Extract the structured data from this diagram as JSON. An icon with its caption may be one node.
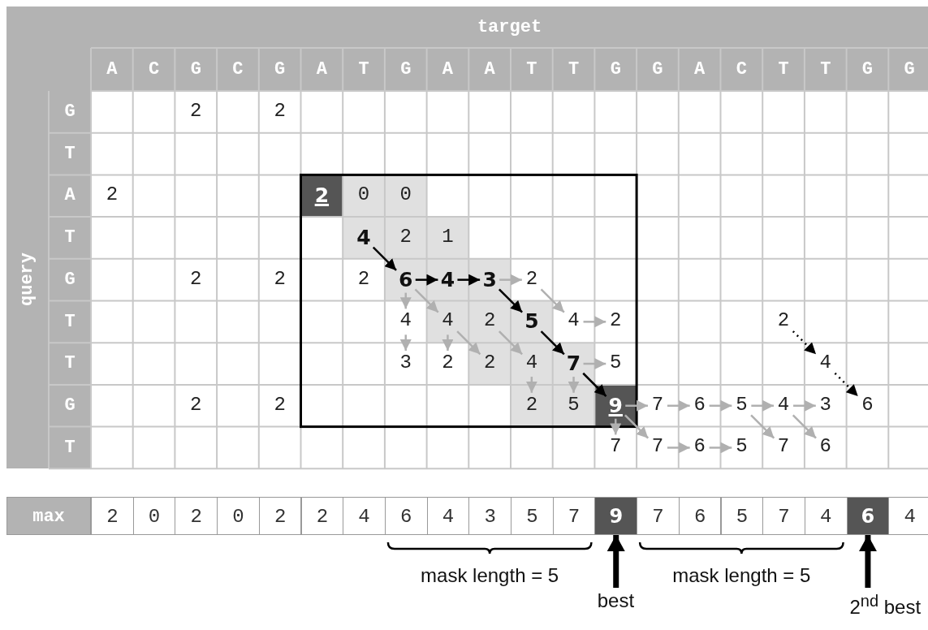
{
  "diagram": {
    "nodes": [
      {
        "text": [
          "2"
        ]
      },
      {
        "text": [
          "2"
        ]
      },
      {
        "text": [
          "2"
        ]
      },
      {
        "text": [
          "2"
        ]
      },
      {
        "text": [
          "0"
        ]
      },
      {
        "text": [
          "0"
        ]
      },
      {
        "text": [
          "4"
        ]
      },
      {
        "text": [
          "2"
        ]
      },
      {
        "text": [
          "1"
        ]
      },
      {
        "text": [
          "2"
        ]
      },
      {
        "text": [
          "2"
        ]
      },
      {
        "text": [
          "2"
        ]
      },
      {
        "text": [
          "6"
        ]
      },
      {
        "text": [
          "4"
        ]
      },
      {
        "text": [
          "3"
        ]
      },
      {
        "text": [
          "2"
        ]
      },
      {
        "text": [
          "4"
        ]
      },
      {
        "text": [
          "4"
        ]
      },
      {
        "text": [
          "2"
        ]
      },
      {
        "text": [
          "5"
        ]
      },
      {
        "text": [
          "4"
        ]
      },
      {
        "text": [
          "2"
        ]
      },
      {
        "text": [
          "2"
        ]
      },
      {
        "text": [
          "3"
        ]
      },
      {
        "text": [
          "2"
        ]
      },
      {
        "text": [
          "2"
        ]
      },
      {
        "text": [
          "4"
        ]
      },
      {
        "text": [
          "7"
        ]
      },
      {
        "text": [
          "5"
        ]
      },
      {
        "text": [
          "4"
        ]
      },
      {
        "text": [
          "2"
        ]
      },
      {
        "text": [
          "2"
        ]
      },
      {
        "text": [
          "2"
        ]
      },
      {
        "text": [
          "5"
        ]
      },
      {
        "text": [
          "9"
        ]
      },
      {
        "text": [
          "7"
        ]
      },
      {
        "text": [
          "6"
        ]
      },
      {
        "text": [
          "5"
        ]
      },
      {
        "text": [
          "4"
        ]
      },
      {
        "text": [
          "3"
        ]
      },
      {
        "text": [
          "6"
        ]
      },
      {
        "text": [
          "7"
        ]
      },
      {
        "text": [
          "7"
        ]
      },
      {
        "text": [
          "6"
        ]
      },
      {
        "text": [
          "5"
        ]
      },
      {
        "text": [
          "7"
        ]
      },
      {
        "text": [
          "6"
        ]
      },
      {
        "text": [
          "2"
        ]
      },
      {
        "text": [
          "0"
        ]
      },
      {
        "text": [
          "2"
        ]
      },
      {
        "text": [
          "0"
        ]
      },
      {
        "text": [
          "2"
        ]
      },
      {
        "text": [
          "2"
        ]
      },
      {
        "text": [
          "4"
        ]
      },
      {
        "text": [
          "6"
        ]
      },
      {
        "text": [
          "4"
        ]
      },
      {
        "text": [
          "3"
        ]
      },
      {
        "text": [
          "5"
        ]
      },
      {
        "text": [
          "7"
        ]
      },
      {
        "text": [
          "9"
        ]
      },
      {
        "text": [
          "7"
        ]
      },
      {
        "text": [
          "6"
        ]
      },
      {
        "text": [
          "5"
        ]
      },
      {
        "text": [
          "7"
        ]
      },
      {
        "text": [
          "4"
        ]
      },
      {
        "text": [
          "6"
        ]
      },
      {
        "text": [
          "4"
        ]
      },
      {
        "text": [
          "best"
        ]
      },
      {
        "text": [
          "2$^{nd}$ best"
        ]
      }
    ],
    "edges": [
      {
        "from": 6,
        "to": 12,
        "arrow": "to",
        "color": "#000000"
      },
      {
        "from": 12,
        "to": 13,
        "arrow": "to",
        "color": "#000000"
      },
      {
        "from": 13,
        "to": 14,
        "arrow": "to",
        "color": "#000000"
      },
      {
        "from": 14,
        "to": 15,
        "arrow": "to"
      },
      {
        "from": 12,
        "to": 16,
        "arrow": "to"
      },
      {
        "from": 12,
        "to": 17,
        "arrow": "to"
      },
      {
        "from": 14,
        "to": 19,
        "arrow": "to",
        "color": "#000000"
      },
      {
        "from": 15,
        "to": 20,
        "arrow": "to"
      },
      {
        "from": 20,
        "to": 21,
        "arrow": "to"
      },
      {
        "from": 16,
        "to": 23,
        "arrow": "to"
      },
      {
        "from": 17,
        "to": 24,
        "arrow": "to"
      },
      {
        "from": 17,
        "to": 25,
        "arrow": "to"
      },
      {
        "from": 18,
        "to": 26,
        "arrow": "to"
      },
      {
        "from": 19,
        "to": 27,
        "arrow": "to",
        "color": "#000000"
      },
      {
        "from": 22,
        "to": 29,
        "arrow": "to",
        "style": "dashed",
        "color": "#000000"
      },
      {
        "from": 26,
        "to": 32,
        "arrow": "to"
      },
      {
        "from": 27,
        "to": 33,
        "arrow": "to"
      },
      {
        "from": 27,
        "to": 28,
        "arrow": "to"
      },
      {
        "from": 27,
        "to": 34,
        "arrow": "to",
        "color": "#000000"
      },
      {
        "from": 29,
        "to": 40,
        "arrow": "to",
        "style": "dashed",
        "color": "#000000"
      },
      {
        "from": 34,
        "to": 35,
        "arrow": "to"
      },
      {
        "from": 35,
        "to": 36,
        "arrow": "to"
      },
      {
        "from": 36,
        "to": 37,
        "arrow": "to"
      },
      {
        "from": 37,
        "to": 38,
        "arrow": "to"
      },
      {
        "from": 38,
        "to": 39,
        "arrow": "to"
      },
      {
        "from": 34,
        "to": 41,
        "arrow": "to"
      },
      {
        "from": 34,
        "to": 42,
        "arrow": "to"
      },
      {
        "from": 37,
        "to": 45,
        "arrow": "to"
      },
      {
        "from": 38,
        "to": 46,
        "arrow": "to"
      },
      {
        "from": 42,
        "to": 43,
        "arrow": "to"
      },
      {
        "from": 43,
        "to": 44,
        "arrow": "to"
      },
      {
        "from": 67,
        "to": 59,
        "arrow": "to",
        "style": "thick",
        "color": "#000000"
      },
      {
        "from": 68,
        "to": 65,
        "arrow": "to",
        "style": "thick",
        "color": "#000000"
      }
    ],
    "labels": [
      "target",
      "A",
      "C",
      "G",
      "C",
      "G",
      "A",
      "T",
      "G",
      "A",
      "A",
      "T",
      "T",
      "G",
      "G",
      "A",
      "C",
      "T",
      "T",
      "G",
      "G",
      "query",
      "G",
      "T",
      "A",
      "T",
      "G",
      "T",
      "T",
      "G",
      "T",
      "max",
      "mask length = 5",
      "mask length = 5"
    ]
  }
}
